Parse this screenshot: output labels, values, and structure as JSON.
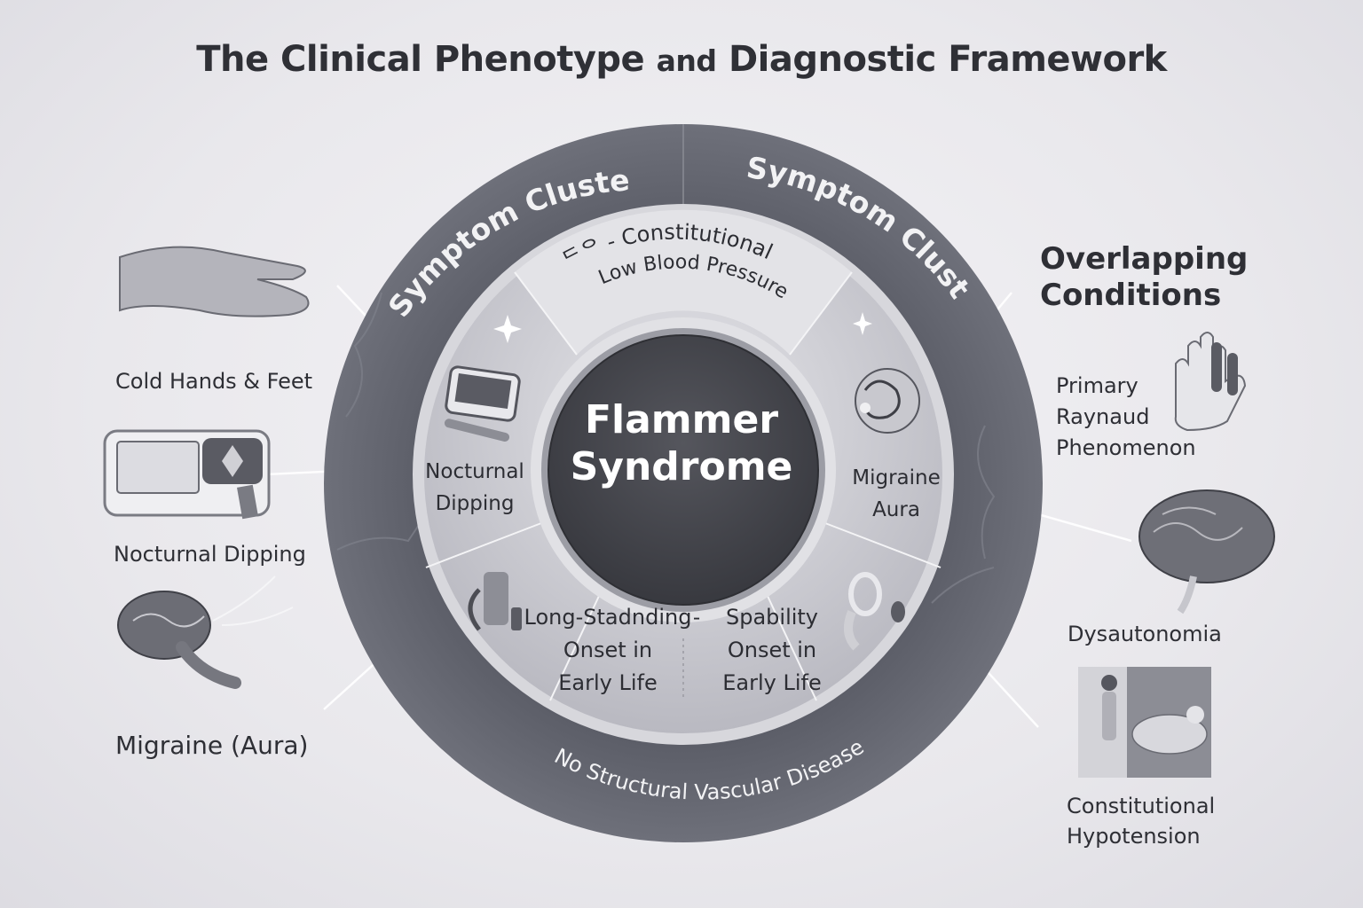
{
  "title": {
    "main": "The Clinical Phenotype",
    "connector": "and",
    "rest": "Diagnostic Framework"
  },
  "center": {
    "line1": "Flammer",
    "line2": "Syndrome"
  },
  "outer_ring": {
    "top_left_label": "Symptom Cluster",
    "top_right_label": "Symptom Cluster",
    "bottom_label": "No Structural Vascular Disease"
  },
  "inner_ring": {
    "top": {
      "prefix": "ᄃᄋ -",
      "line1": "Constitutional",
      "line2": "Low Blood Pressure"
    },
    "left": {
      "line1": "Nocturnal",
      "line2": "Dipping",
      "icon": "bp-monitor-icon"
    },
    "right": {
      "line1": "Migraine",
      "line2": "Aura",
      "icon": "neuron-icon"
    },
    "bottom_left": {
      "line1": "Long-Stadnding",
      "line2": "Onset in",
      "line3": "Early Life",
      "icon": "ear-vessel-icon"
    },
    "bottom_right": {
      "line1": "Spability",
      "line2": "Onset in",
      "line3": "Early Life",
      "icon": "inner-ear-icon"
    },
    "bottom_sep": "-"
  },
  "left_items": [
    {
      "label": "Cold Hands & Feet",
      "icon": "cold-hand-icon"
    },
    {
      "label": "Nocturnal Dipping",
      "icon": "bp-monitor-device-icon"
    },
    {
      "label": "Migraine (Aura)",
      "icon": "brain-lightning-icon"
    }
  ],
  "right_panel": {
    "heading_line1": "Overlapping",
    "heading_line2": "Conditions",
    "items": [
      {
        "line1": "Primary",
        "line2": "Raynaud",
        "line3": "Phenomenon",
        "icon": "raynaud-hand-icon"
      },
      {
        "line1": "Dysautonomia",
        "icon": "brain-icon"
      },
      {
        "line1": "Constitutional",
        "line2": "Hypotension",
        "icon": "fainting-person-icon"
      }
    ]
  },
  "colors": {
    "outer_ring": "#5c5e68",
    "inner_ring": "#c9c9d0",
    "center": "#45464d",
    "background": "#ecebef"
  }
}
